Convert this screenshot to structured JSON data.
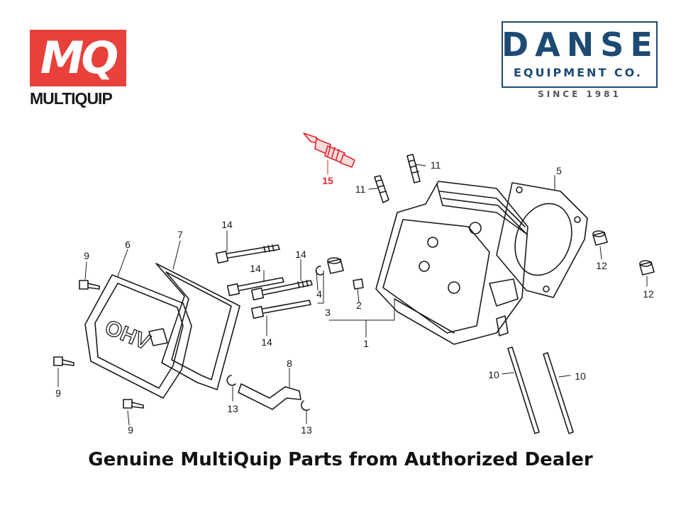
{
  "header": {
    "multiquip_logo": {
      "letters": "MQ",
      "wordmark": "MULTIQUIP",
      "color": "#e8413c"
    },
    "danse_logo": {
      "name": "DANSE",
      "subtitle": "EQUIPMENT CO.",
      "since": "SINCE 1981",
      "color": "#1d4a73"
    }
  },
  "diagram": {
    "callouts": [
      {
        "label": "15",
        "highlight": true
      },
      {
        "label": "11",
        "highlight": false
      },
      {
        "label": "11",
        "highlight": false
      },
      {
        "label": "5",
        "highlight": false
      },
      {
        "label": "14",
        "highlight": false
      },
      {
        "label": "14",
        "highlight": false
      },
      {
        "label": "14",
        "highlight": false
      },
      {
        "label": "14",
        "highlight": false
      },
      {
        "label": "9",
        "highlight": false
      },
      {
        "label": "6",
        "highlight": false
      },
      {
        "label": "7",
        "highlight": false
      },
      {
        "label": "4",
        "highlight": false
      },
      {
        "label": "3",
        "highlight": false
      },
      {
        "label": "2",
        "highlight": false
      },
      {
        "label": "1",
        "highlight": false
      },
      {
        "label": "12",
        "highlight": false
      },
      {
        "label": "12",
        "highlight": false
      },
      {
        "label": "9",
        "highlight": false
      },
      {
        "label": "9",
        "highlight": false
      },
      {
        "label": "8",
        "highlight": false
      },
      {
        "label": "13",
        "highlight": false
      },
      {
        "label": "13",
        "highlight": false
      },
      {
        "label": "10",
        "highlight": false
      },
      {
        "label": "10",
        "highlight": false
      }
    ],
    "cover_stamp": "OHV",
    "highlight_color": "#e0262c"
  },
  "footer": {
    "text": "Genuine MultiQuip Parts from Authorized Dealer"
  }
}
